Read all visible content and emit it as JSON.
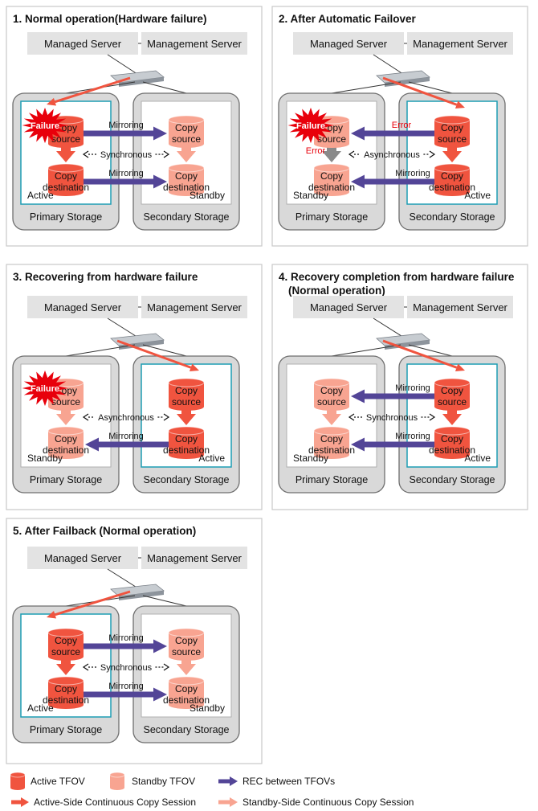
{
  "colors": {
    "active": "#f0543f",
    "standby": "#f8a491",
    "rec": "#534597",
    "error": "#e8000b",
    "gray_arrow": "#8a8a8a",
    "boundary": "#1e9db4"
  },
  "labels": {
    "managed_server": "Managed Server",
    "management_server": "Management Server",
    "primary_storage": "Primary  Storage",
    "secondary_storage": "Secondary Storage",
    "active": "Active",
    "standby": "Standby",
    "copy": "Copy",
    "source": "source",
    "destination": "destination",
    "mirroring": "Mirroring",
    "synchronous": "Synchronous",
    "asynchronous": "Asynchronous",
    "error": "Error",
    "failure": "Failure"
  },
  "panels": [
    {
      "title": "1. Normal operation(Hardware failure)",
      "title2": ""
    },
    {
      "title": "2. After Automatic Failover",
      "title2": ""
    },
    {
      "title": "3. Recovering from hardware failure",
      "title2": ""
    },
    {
      "title": "4. Recovery completion from hardware failure",
      "title2": "(Normal operation)"
    },
    {
      "title": "5. After Failback (Normal operation)",
      "title2": ""
    }
  ],
  "legend": {
    "active_tfov": "Active TFOV",
    "standby_tfov": "Standby TFOV",
    "rec": "REC between TFOVs",
    "active_session": "Active-Side Continuous Copy Session",
    "standby_session": "Standby-Side Continuous Copy Session"
  }
}
